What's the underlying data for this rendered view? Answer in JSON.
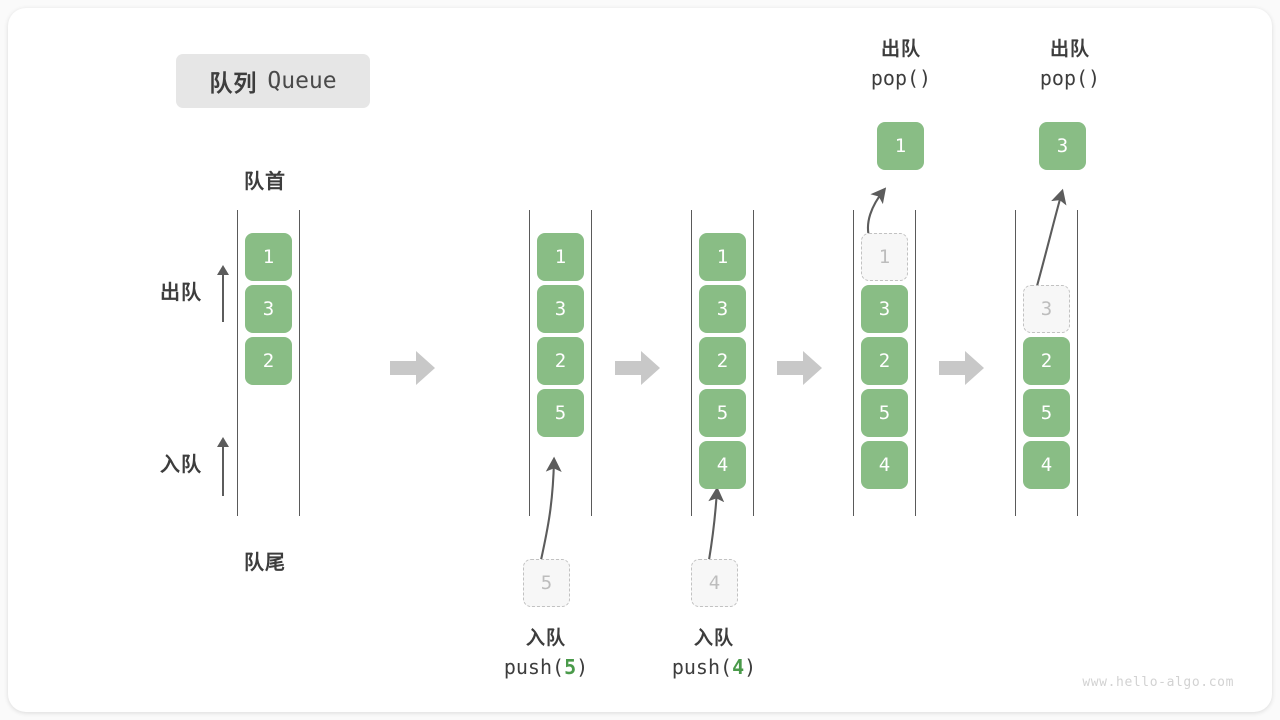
{
  "title": {
    "cn": "队列",
    "en": "Queue"
  },
  "labels": {
    "front": "队首",
    "rear": "队尾",
    "dequeue": "出队",
    "enqueue": "入队"
  },
  "watermark": "www.hello-algo.com",
  "colors": {
    "element_fill": "#89bd85",
    "element_text": "#ffffff",
    "ghost_fill": "#f7f7f7",
    "ghost_border": "#c2c2c2",
    "ghost_text": "#bdbdbd",
    "rail": "#5a5a5a",
    "arrow": "#5c5c5c",
    "step_arrow": "#c8c8c8",
    "chip_bg": "#e6e6e6",
    "accent_green": "#4a9a4a",
    "text": "#3d3d3d",
    "watermark": "#d2d2d2"
  },
  "steps": [
    {
      "id": "initial",
      "caption_cn": "",
      "caption_code": "",
      "cells": [
        {
          "value": "1",
          "state": "filled"
        },
        {
          "value": "3",
          "state": "filled"
        },
        {
          "value": "2",
          "state": "filled"
        }
      ]
    },
    {
      "id": "push-5",
      "caption_cn": "入队",
      "caption_code_prefix": "push(",
      "caption_code_arg": "5",
      "caption_code_suffix": ")",
      "incoming": "5",
      "cells": [
        {
          "value": "1",
          "state": "filled"
        },
        {
          "value": "3",
          "state": "filled"
        },
        {
          "value": "2",
          "state": "filled"
        },
        {
          "value": "5",
          "state": "filled"
        }
      ]
    },
    {
      "id": "push-4",
      "caption_cn": "入队",
      "caption_code_prefix": "push(",
      "caption_code_arg": "4",
      "caption_code_suffix": ")",
      "incoming": "4",
      "cells": [
        {
          "value": "1",
          "state": "filled"
        },
        {
          "value": "3",
          "state": "filled"
        },
        {
          "value": "2",
          "state": "filled"
        },
        {
          "value": "5",
          "state": "filled"
        },
        {
          "value": "4",
          "state": "filled"
        }
      ]
    },
    {
      "id": "pop-1",
      "caption_cn": "出队",
      "caption_code": "pop()",
      "popped": "1",
      "cells": [
        {
          "value": "1",
          "state": "ghost"
        },
        {
          "value": "3",
          "state": "filled"
        },
        {
          "value": "2",
          "state": "filled"
        },
        {
          "value": "5",
          "state": "filled"
        },
        {
          "value": "4",
          "state": "filled"
        }
      ]
    },
    {
      "id": "pop-3",
      "caption_cn": "出队",
      "caption_code": "pop()",
      "popped": "3",
      "cells": [
        {
          "value": "3",
          "state": "ghost"
        },
        {
          "value": "2",
          "state": "filled"
        },
        {
          "value": "5",
          "state": "filled"
        },
        {
          "value": "4",
          "state": "filled"
        }
      ]
    }
  ]
}
